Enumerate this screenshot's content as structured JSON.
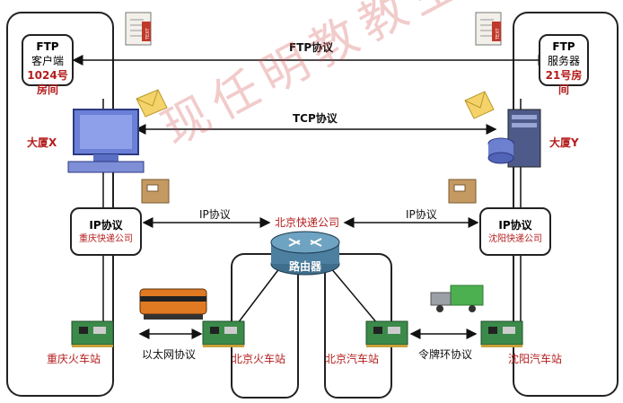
{
  "ftp_client": {
    "title": "FTP",
    "line2": "客户端",
    "room": "1024号房间"
  },
  "ftp_server": {
    "title": "FTP",
    "line2": "服务器",
    "room": "21号房间"
  },
  "ftp_protocol": "FTP协议",
  "tcp_protocol": "TCP协议",
  "building_x": "大厦X",
  "building_y": "大厦Y",
  "ip_left": {
    "title": "IP协议",
    "sub": "重庆快递公司"
  },
  "ip_right": {
    "title": "IP协议",
    "sub": "沈阳快递公司"
  },
  "ip_protocol_left": "IP协议",
  "ip_protocol_right": "IP协议",
  "courier_center": "北京快递公司",
  "router_label": "路由器",
  "station_chongqing": "重庆火车站",
  "station_beijing_rail": "北京火车站",
  "station_beijing_bus": "北京汽车站",
  "station_shenyang": "沈阳汽车站",
  "ethernet_protocol": "以太网协议",
  "token_ring_protocol": "令牌环协议",
  "watermark": "现任明教教主",
  "icon_doc_text": "TEXT",
  "colors": {
    "accent_red": "#b51c1c",
    "line": "#111111",
    "monitor_blue": "#5a6fc4"
  }
}
